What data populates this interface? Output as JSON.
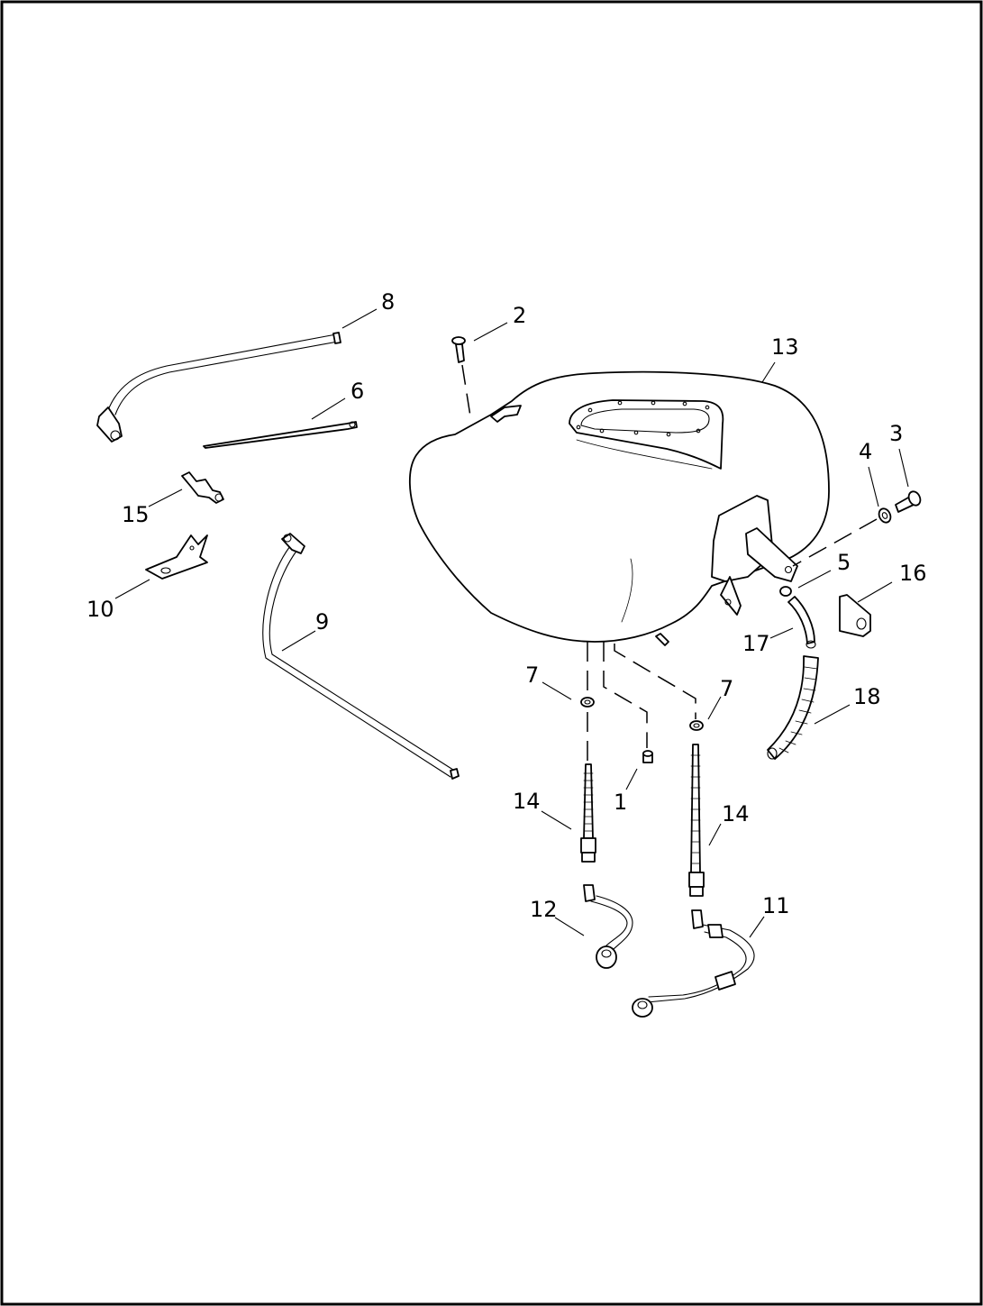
{
  "callouts": {
    "c1": "1",
    "c2": "2",
    "c3": "3",
    "c4": "4",
    "c5": "5",
    "c6": "6",
    "c7a": "7",
    "c7b": "7",
    "c8": "8",
    "c9": "9",
    "c10": "10",
    "c11": "11",
    "c12": "12",
    "c13": "13",
    "c14a": "14",
    "c14b": "14",
    "c15": "15",
    "c16": "16",
    "c17": "17",
    "c18": "18"
  }
}
